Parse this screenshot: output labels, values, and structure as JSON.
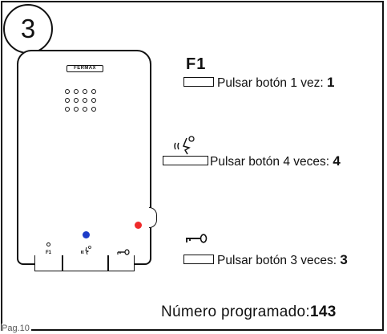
{
  "step": {
    "number": "3"
  },
  "device": {
    "brand": "FERMAX",
    "buttons": [
      {
        "icon": "f1-icon",
        "label": "F1"
      },
      {
        "icon": "voice-icon",
        "label": ""
      },
      {
        "icon": "key-icon",
        "label": ""
      }
    ],
    "led_colors": {
      "blue": "#1d3cc8",
      "red": "#ef2a2a"
    }
  },
  "instructions": [
    {
      "icon": "f1-icon",
      "icon_text": "F1",
      "text": "Pulsar botón 1 vez:",
      "count": "1"
    },
    {
      "icon": "voice-icon",
      "icon_text": "",
      "text": "Pulsar botón 4 veces:",
      "count": "4"
    },
    {
      "icon": "key-icon",
      "icon_text": "",
      "text": "Pulsar botón 3 veces:",
      "count": "3"
    }
  ],
  "result": {
    "label": "Número programado:",
    "value": "143"
  },
  "footer": {
    "page": "Pag.10"
  }
}
